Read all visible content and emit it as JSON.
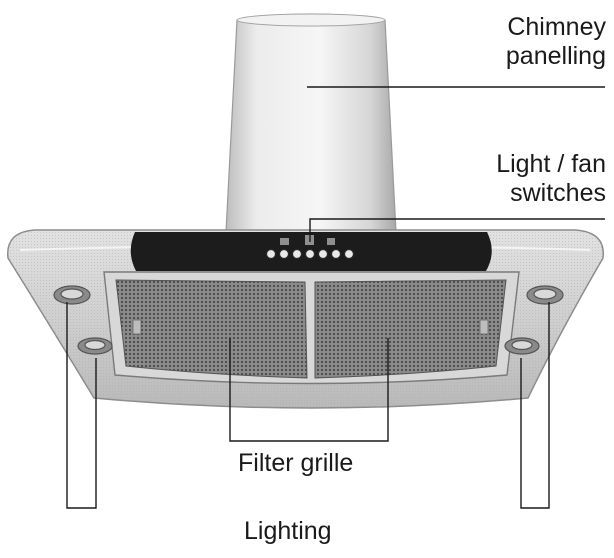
{
  "labels": {
    "chimney": [
      "Chimney",
      "panelling"
    ],
    "switches": [
      "Light / fan",
      "switches"
    ],
    "filter": "Filter grille",
    "lighting": "Lighting"
  },
  "colors": {
    "line": "#1a1a1a",
    "steel_light": "#eeeeee",
    "steel_mid": "#cfcfcf",
    "steel_dark": "#9a9a9a",
    "glass": "#1c1c1c",
    "grille": "#6e6e6e"
  }
}
